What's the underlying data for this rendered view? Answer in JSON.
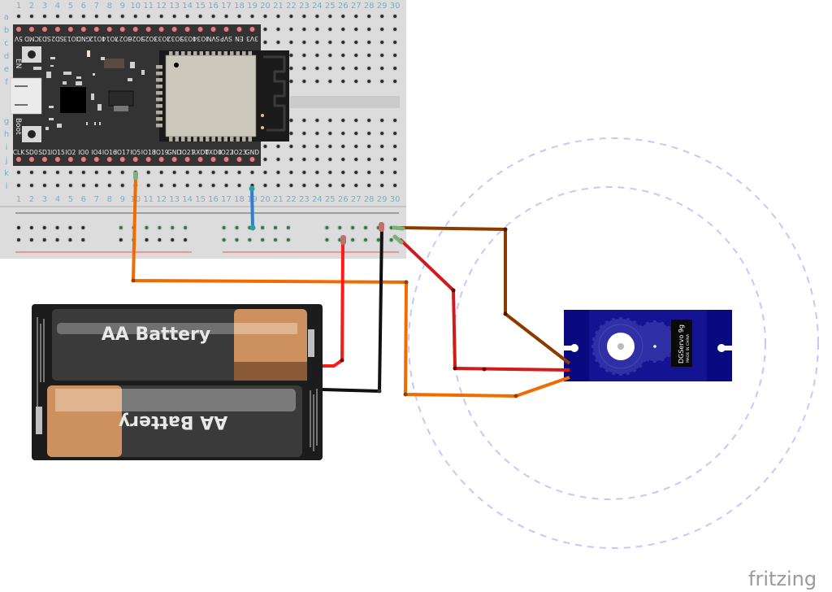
{
  "breadboard": {
    "column_numbers": [
      "1",
      "2",
      "3",
      "4",
      "5",
      "6",
      "7",
      "8",
      "9",
      "10",
      "11",
      "12",
      "13",
      "14",
      "15",
      "16",
      "17",
      "18",
      "19",
      "20",
      "21",
      "22",
      "23",
      "24",
      "25",
      "26",
      "27",
      "28",
      "29",
      "30"
    ],
    "row_letters": [
      "a",
      "b",
      "c",
      "d",
      "e",
      "f",
      "g",
      "h",
      "i",
      "j",
      "k",
      "l"
    ]
  },
  "esp32": {
    "top_pins": [
      "5V",
      "CMD",
      "SD3",
      "SD2",
      "IO13",
      "GND",
      "IO12",
      "IO14",
      "IO27",
      "IO26",
      "IO25",
      "IO33",
      "IO32",
      "IO35",
      "IO34",
      "SVN",
      "SVP",
      "EN",
      "3V3"
    ],
    "bottom_pins": [
      "CLK",
      "SD0",
      "SD1",
      "IO15",
      "IO2",
      "IO0",
      "IO4",
      "IO16",
      "IO17",
      "IO5",
      "IO18",
      "IO19",
      "GND",
      "IO21",
      "RXD0",
      "TXD0",
      "IO22",
      "IO23",
      "GND"
    ],
    "button_en_label": "EN",
    "button_boot_label": "Boot"
  },
  "battery": {
    "cell_top_label": "AA Battery",
    "cell_bottom_label": "AA Battery"
  },
  "servo": {
    "label": "DGServo 9g",
    "sublabel": "MADE IN CHINA"
  },
  "wires": [
    {
      "name": "signal-io5-to-servo",
      "color": "#f26b00"
    },
    {
      "name": "battery-positive",
      "color": "#ff1a1a"
    },
    {
      "name": "battery-negative",
      "color": "#111111"
    },
    {
      "name": "gnd-jumper",
      "color": "#2d7fd6"
    },
    {
      "name": "servo-brown-gnd",
      "color": "#8b3a00"
    },
    {
      "name": "servo-red-vcc",
      "color": "#d11a1a"
    },
    {
      "name": "servo-orange-signal",
      "color": "#f26b00"
    }
  ],
  "watermark": "fritzing"
}
